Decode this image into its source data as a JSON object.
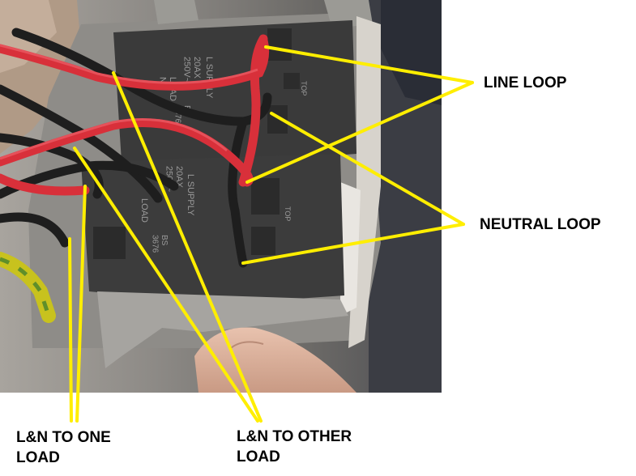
{
  "annotations": {
    "line_loop": "LINE LOOP",
    "neutral_loop": "NEUTRAL LOOP",
    "ln_one_load": "L&N TO ONE\nLOAD",
    "ln_other_load": "L&N TO OTHER\nLOAD"
  },
  "device_markings": {
    "top_upper": "TOP",
    "top_lower": "TOP",
    "supply_upper": "L SUPPLY",
    "rating_upper": "20AX\n250V~",
    "load_upper": "LOAD\nN",
    "bs_upper": "BS\n3676",
    "supply_lower": "L SUPPLY",
    "rating_lower": "20AX\n250V~",
    "load_lower": "LOAD",
    "bs_lower": "BS\n3676"
  },
  "colors": {
    "annotation_line": "#ffee00",
    "red_wire": "#d8303a",
    "black_wire": "#1e1e1e",
    "switch_body": "#3a3a3a",
    "earth_wire": "#c8c21e"
  }
}
